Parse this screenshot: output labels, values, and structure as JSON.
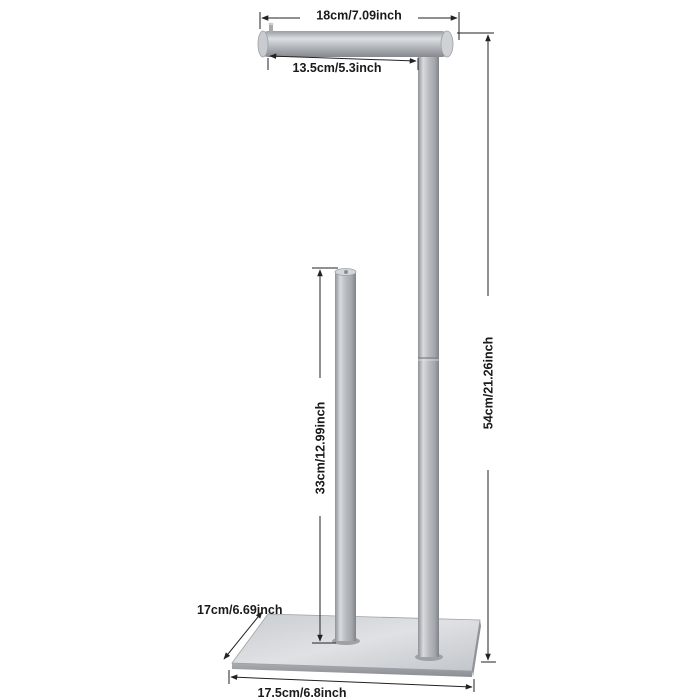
{
  "product": {
    "name": "freestanding toilet paper holder",
    "finish_color": "#b8bcc1"
  },
  "dimensions": {
    "top_arm_width": "18cm/7.09inch",
    "roll_space_width": "13.5cm/5.3inch",
    "total_height": "54cm/21.26inch",
    "reserve_rod_height": "33cm/12.99inch",
    "base_depth": "17cm/6.69inch",
    "base_width": "17.5cm/6.8inch"
  }
}
